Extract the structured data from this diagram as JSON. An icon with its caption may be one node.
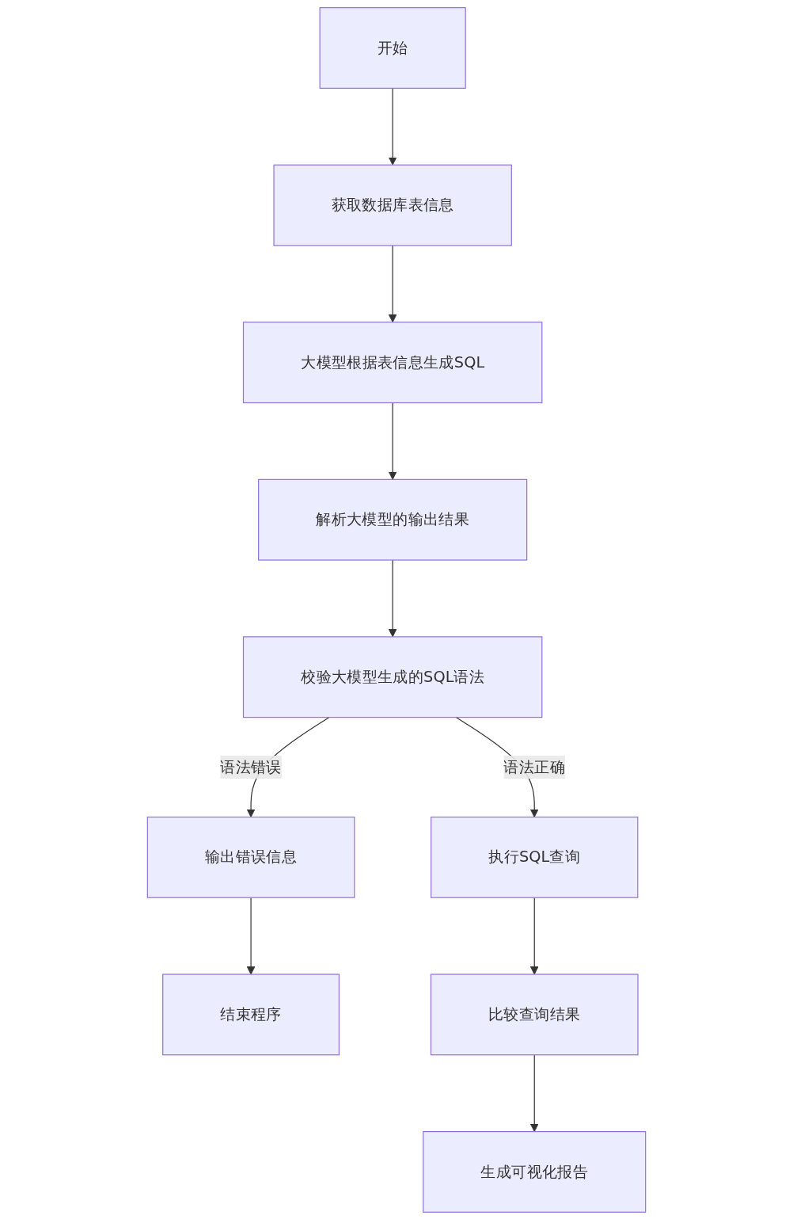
{
  "diagram": {
    "nodes": [
      {
        "text": [
          "开始"
        ]
      },
      {
        "text": [
          "获取数据库表信息"
        ]
      },
      {
        "text": [
          "大模型根据表信息生成SQL"
        ]
      },
      {
        "text": [
          "解析大模型的输出结果"
        ]
      },
      {
        "text": [
          "校验大模型生成的SQL语法"
        ]
      },
      {
        "text": [
          "输出错误信息"
        ]
      },
      {
        "text": [
          "执行SQL查询"
        ]
      },
      {
        "text": [
          "结束程序"
        ]
      },
      {
        "text": [
          "比较查询结果"
        ]
      },
      {
        "text": [
          "生成可视化报告"
        ]
      }
    ],
    "edges": [
      {
        "from": 0,
        "to": 1,
        "arrow": "to"
      },
      {
        "from": 1,
        "to": 2,
        "arrow": "to"
      },
      {
        "from": 2,
        "to": 3,
        "arrow": "to"
      },
      {
        "from": 3,
        "to": 4,
        "arrow": "to"
      },
      {
        "from": 4,
        "to": 5,
        "arrow": "to",
        "label": "语法错误"
      },
      {
        "from": 4,
        "to": 6,
        "arrow": "to",
        "label": "语法正确"
      },
      {
        "from": 5,
        "to": 7,
        "arrow": "to"
      },
      {
        "from": 6,
        "to": 8,
        "arrow": "to"
      },
      {
        "from": 8,
        "to": 9,
        "arrow": "to"
      }
    ]
  }
}
